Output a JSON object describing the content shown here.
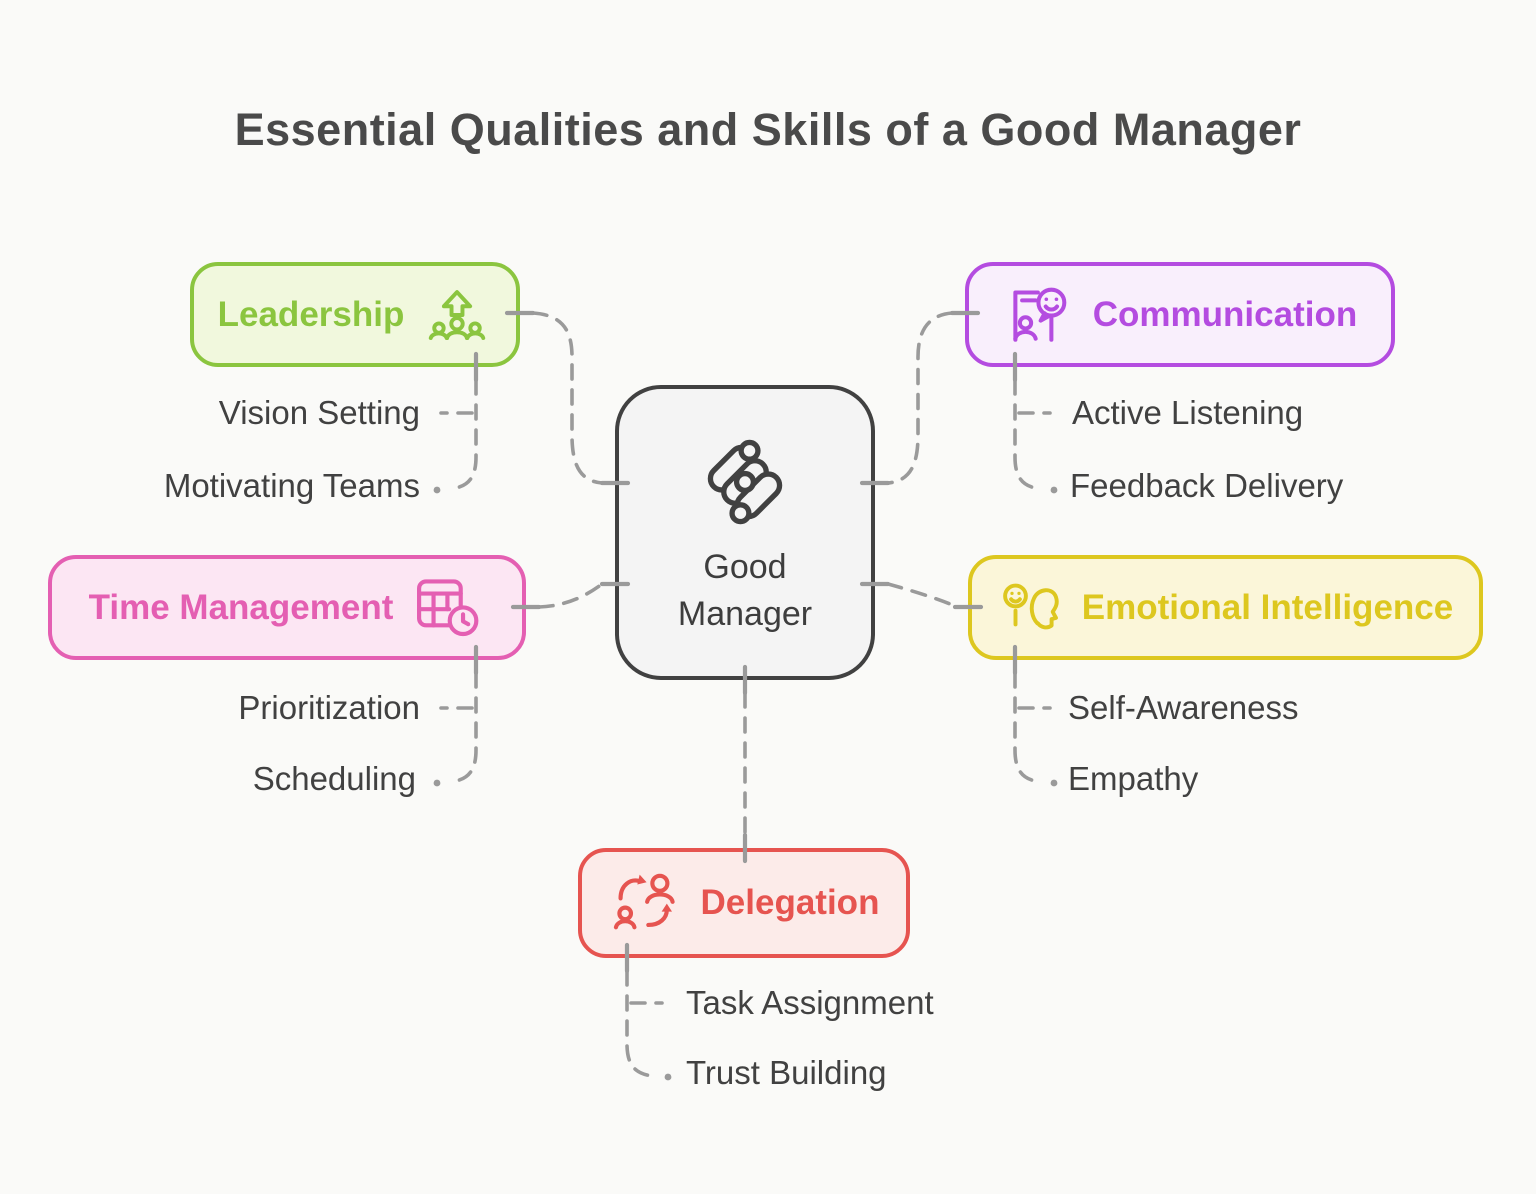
{
  "title": "Essential Qualities and Skills of a Good Manager",
  "center": {
    "label": "Good Manager",
    "icon": "napkin-logo-icon",
    "border_color": "#414141",
    "fill_color": "#f4f4f4"
  },
  "branches": [
    {
      "id": "leadership",
      "label": "Leadership",
      "icon": "team-growth-arrow-icon",
      "accent_color": "#8bc53f",
      "fill_color": "#f1f8dd",
      "children": [
        "Vision Setting",
        "Motivating Teams"
      ]
    },
    {
      "id": "communication",
      "label": "Communication",
      "icon": "person-speech-bubble-icon",
      "accent_color": "#b44ce0",
      "fill_color": "#f9effc",
      "children": [
        "Active Listening",
        "Feedback Delivery"
      ]
    },
    {
      "id": "time-management",
      "label": "Time Management",
      "icon": "schedule-table-clock-icon",
      "accent_color": "#e45fb2",
      "fill_color": "#fce6f3",
      "children": [
        "Prioritization",
        "Scheduling"
      ]
    },
    {
      "id": "emotional-intelligence",
      "label": "Emotional Intelligence",
      "icon": "head-profile-smiley-icon",
      "accent_color": "#ddc71f",
      "fill_color": "#fbf6d9",
      "children": [
        "Self-Awareness",
        "Empathy"
      ]
    },
    {
      "id": "delegation",
      "label": "Delegation",
      "icon": "people-handoff-arrows-icon",
      "accent_color": "#e65450",
      "fill_color": "#fcebe9",
      "children": [
        "Task Assignment",
        "Trust Building"
      ]
    }
  ],
  "connector": {
    "color": "#9a9a9a",
    "style": "dashed"
  }
}
